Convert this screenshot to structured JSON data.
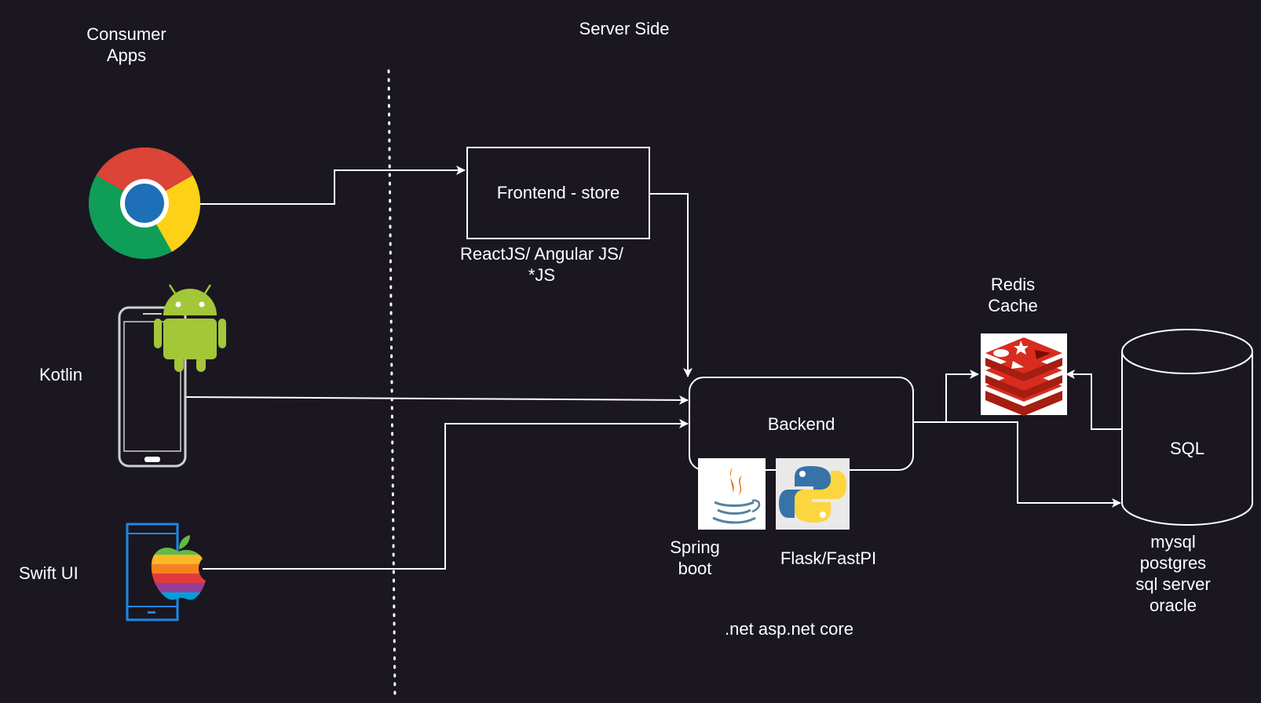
{
  "sections": {
    "consumer_line1": "Consumer",
    "consumer_line2": "Apps",
    "server": "Server Side"
  },
  "clients": {
    "kotlin": "Kotlin",
    "swift": "Swift UI"
  },
  "frontend": {
    "title": "Frontend - store",
    "tech_line1": "ReactJS/ Angular JS/",
    "tech_line2": "*JS"
  },
  "backend": {
    "title": "Backend",
    "spring_line1": "Spring",
    "spring_line2": "boot",
    "flask": "Flask/FastPI",
    "dotnet": ".net asp.net core"
  },
  "cache": {
    "line1": "Redis",
    "line2": "Cache"
  },
  "database": {
    "title": "SQL",
    "engines": [
      "mysql",
      "postgres",
      "sql server",
      "oracle"
    ]
  },
  "icons": {
    "browser": "chrome-icon",
    "android": "android-icon",
    "ios": "apple-icon",
    "java": "java-icon",
    "python": "python-icon",
    "redis": "redis-icon"
  },
  "colors": {
    "background": "#1a1721",
    "line": "#ffffff",
    "redis": "#d82c20",
    "ios_phone": "#1e88e5",
    "android": "#a4c639"
  }
}
